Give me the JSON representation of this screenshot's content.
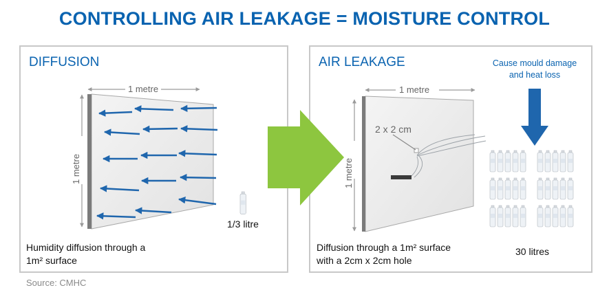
{
  "title": "CONTROLLING AIR LEAKAGE = MOISTURE CONTROL",
  "left_panel": {
    "heading": "DIFFUSION",
    "width_label": "1 metre",
    "height_label": "1 metre",
    "bottle_label": "1/3 litre",
    "caption_line1": "Humidity diffusion through a",
    "caption_line2": "1m² surface"
  },
  "center_arrow": {
    "color": "#8dc63f"
  },
  "right_panel": {
    "heading": "AIR LEAKAGE",
    "width_label": "1 metre",
    "height_label": "1 metre",
    "hole_label": "2 x 2 cm",
    "cause_line1": "Cause mould damage",
    "cause_line2": "and heat loss",
    "bottles_label": "30 litres",
    "caption_line1": "Diffusion through a 1m² surface",
    "caption_line2": "with a 2cm x 2cm hole"
  },
  "source": "Source: CMHC",
  "colors": {
    "accent": "#0a63b0",
    "green": "#8dc63f",
    "border": "#c8c8c8"
  }
}
